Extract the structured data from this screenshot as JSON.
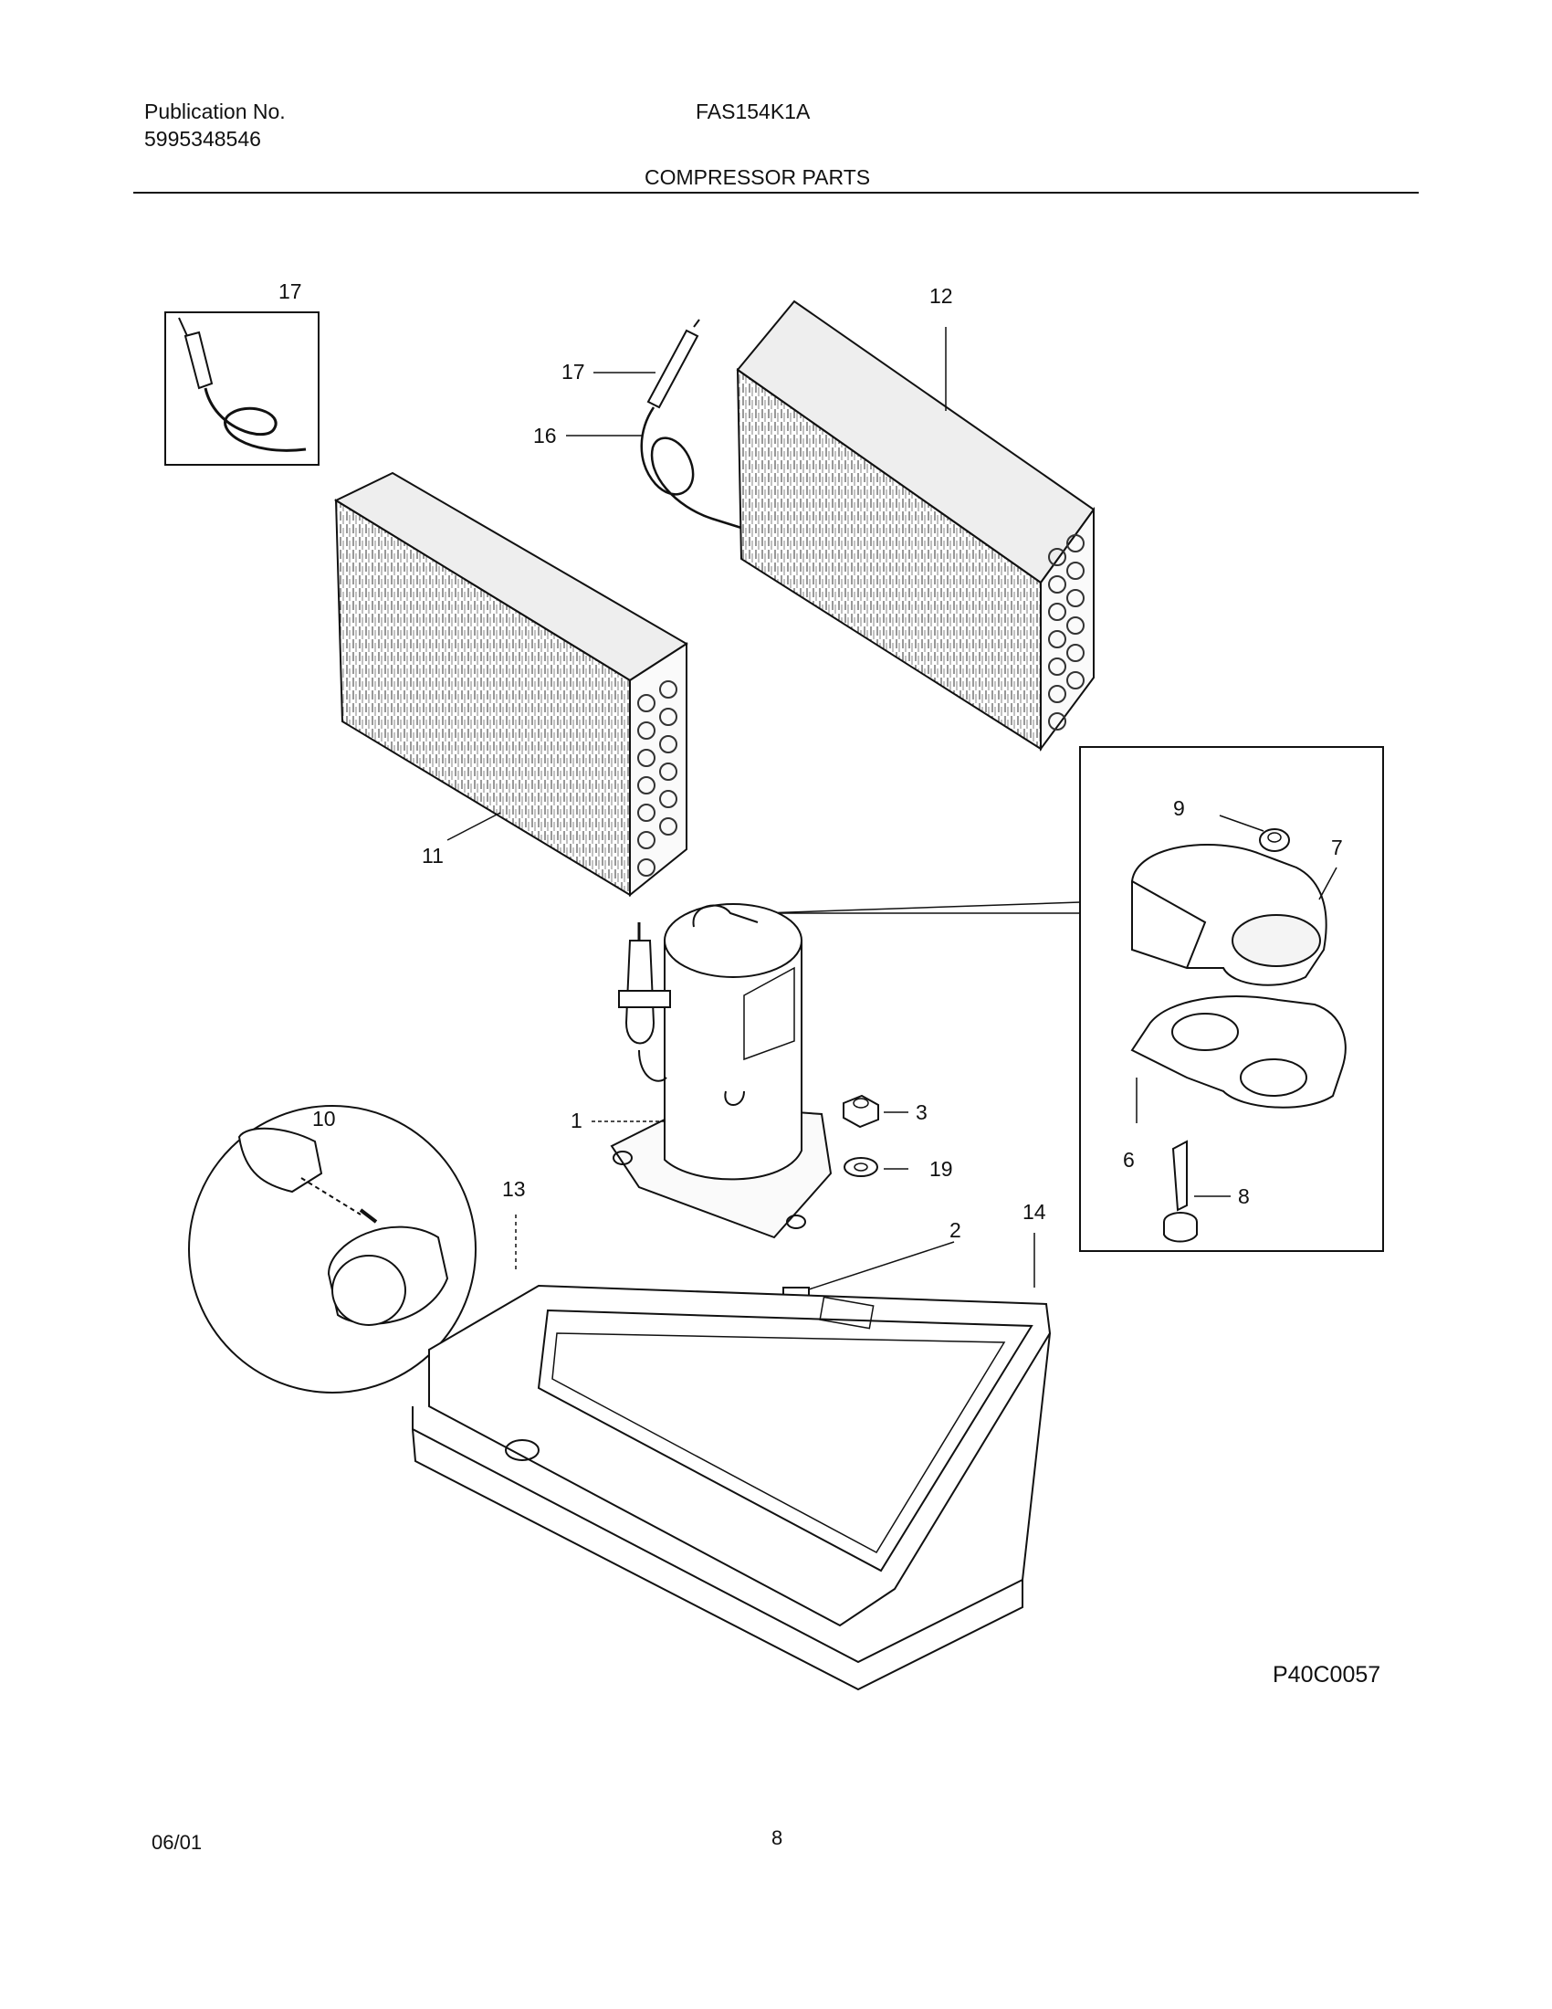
{
  "header": {
    "publication_label": "Publication No.",
    "publication_number": "5995348546",
    "model": "FAS154K1A",
    "section_title": "COMPRESSOR PARTS"
  },
  "callouts": {
    "p1": "1",
    "p2": "2",
    "p3": "3",
    "p6": "6",
    "p7": "7",
    "p8": "8",
    "p9": "9",
    "p10": "10",
    "p11": "11",
    "p12": "12",
    "p13": "13",
    "p14": "14",
    "p16": "16",
    "p17_inset": "17",
    "p17": "17",
    "p19": "19"
  },
  "footer": {
    "figure_code": "P40C0057",
    "date": "06/01",
    "page_number": "8"
  }
}
